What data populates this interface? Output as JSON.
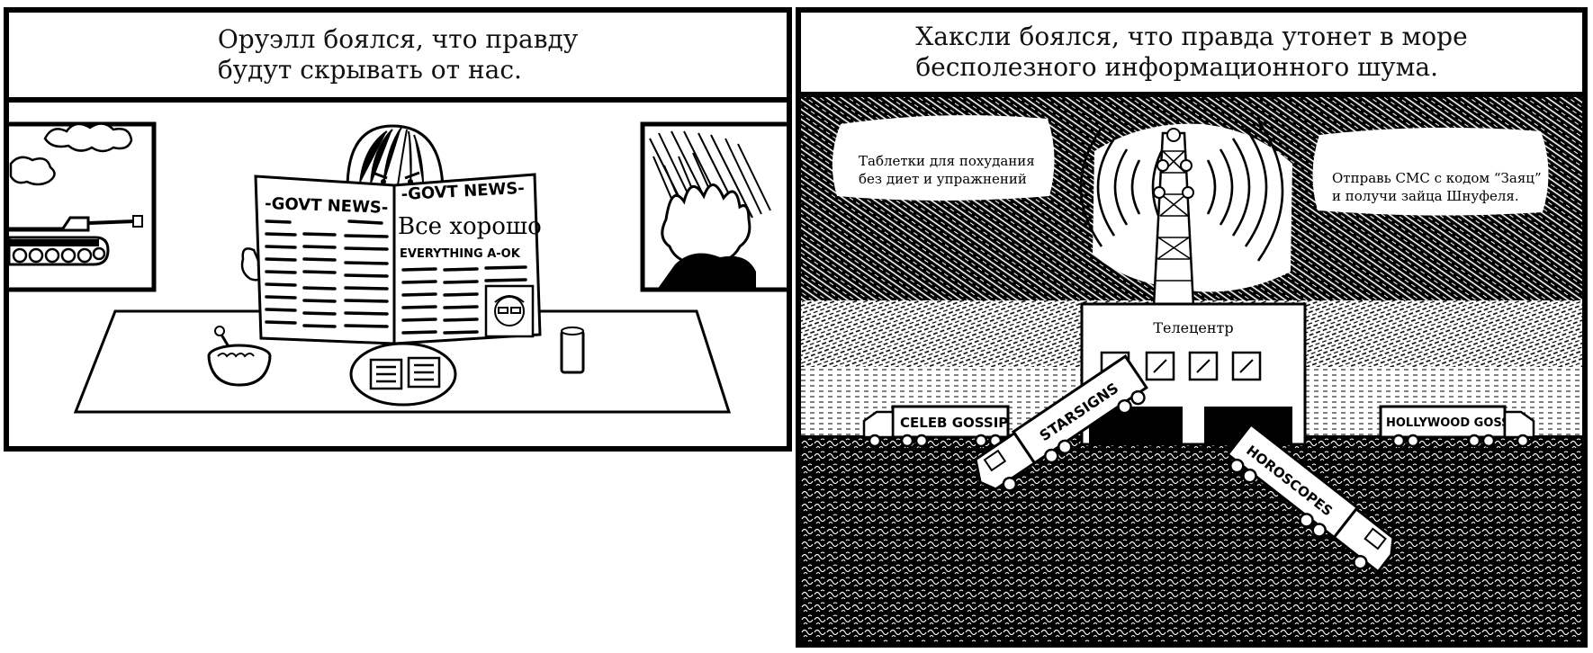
{
  "left_panel": {
    "caption": [
      "Оруэлл боялся, что правду",
      "будут скрывать от нас."
    ],
    "newspaper": {
      "masthead_left": "-GOVT NEWS-",
      "masthead_right": "-GOVT NEWS-",
      "headline": "Все хорошо",
      "subheadline": "EVERYTHING A-OK"
    }
  },
  "right_panel": {
    "caption": [
      "Хаксли боялся, что правда утонет в море",
      "бесполезного информационного шума."
    ],
    "bubble_left": [
      "Таблетки для похудания",
      "без диет и упражнений"
    ],
    "bubble_right": [
      "Отправь СМС с кодом “Заяц”",
      "и получи зайца Шнуфеля."
    ],
    "building_label": "Телецентр",
    "trucks": [
      "CELEB GOSSIP",
      "HOLLYWOOD GOSS",
      "STARSIGNS",
      "HOROSCOPES"
    ]
  }
}
